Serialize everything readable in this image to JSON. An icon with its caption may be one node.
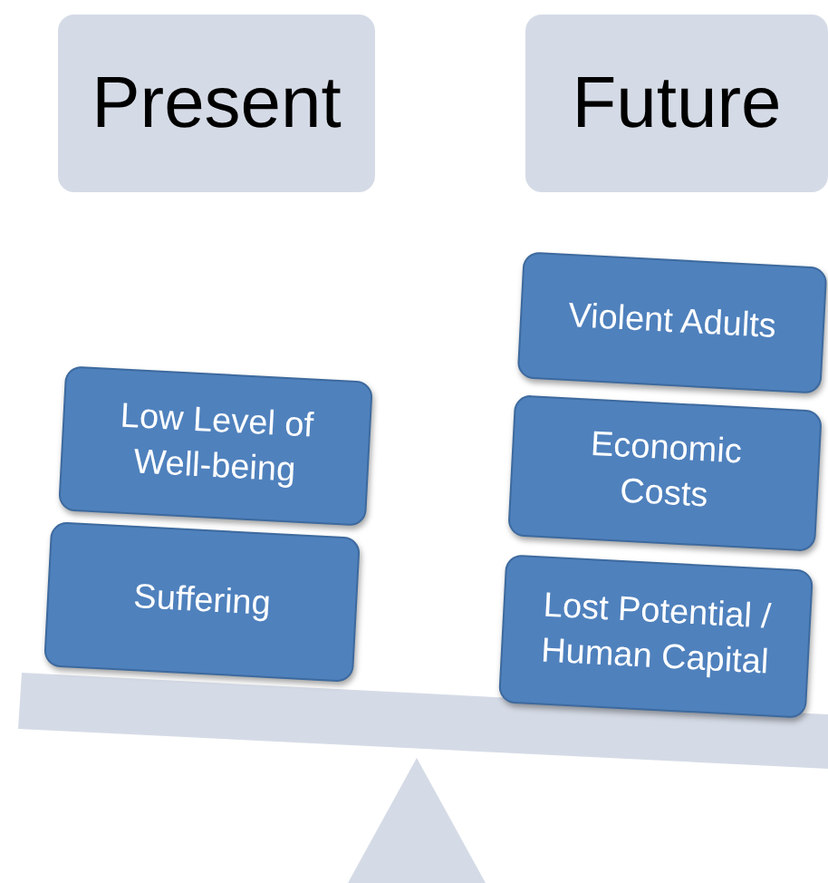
{
  "diagram": {
    "nodes": [
      {
        "text": [
          "Present"
        ]
      },
      {
        "text": [
          "Future"
        ]
      },
      {
        "text": [
          "Low Level of Well-being"
        ]
      },
      {
        "text": [
          "Suffering"
        ]
      },
      {
        "text": [
          "Violent Adults"
        ]
      },
      {
        "text": [
          "Economic Costs"
        ]
      },
      {
        "text": [
          "Lost Potential / Human Capital"
        ]
      }
    ]
  }
}
